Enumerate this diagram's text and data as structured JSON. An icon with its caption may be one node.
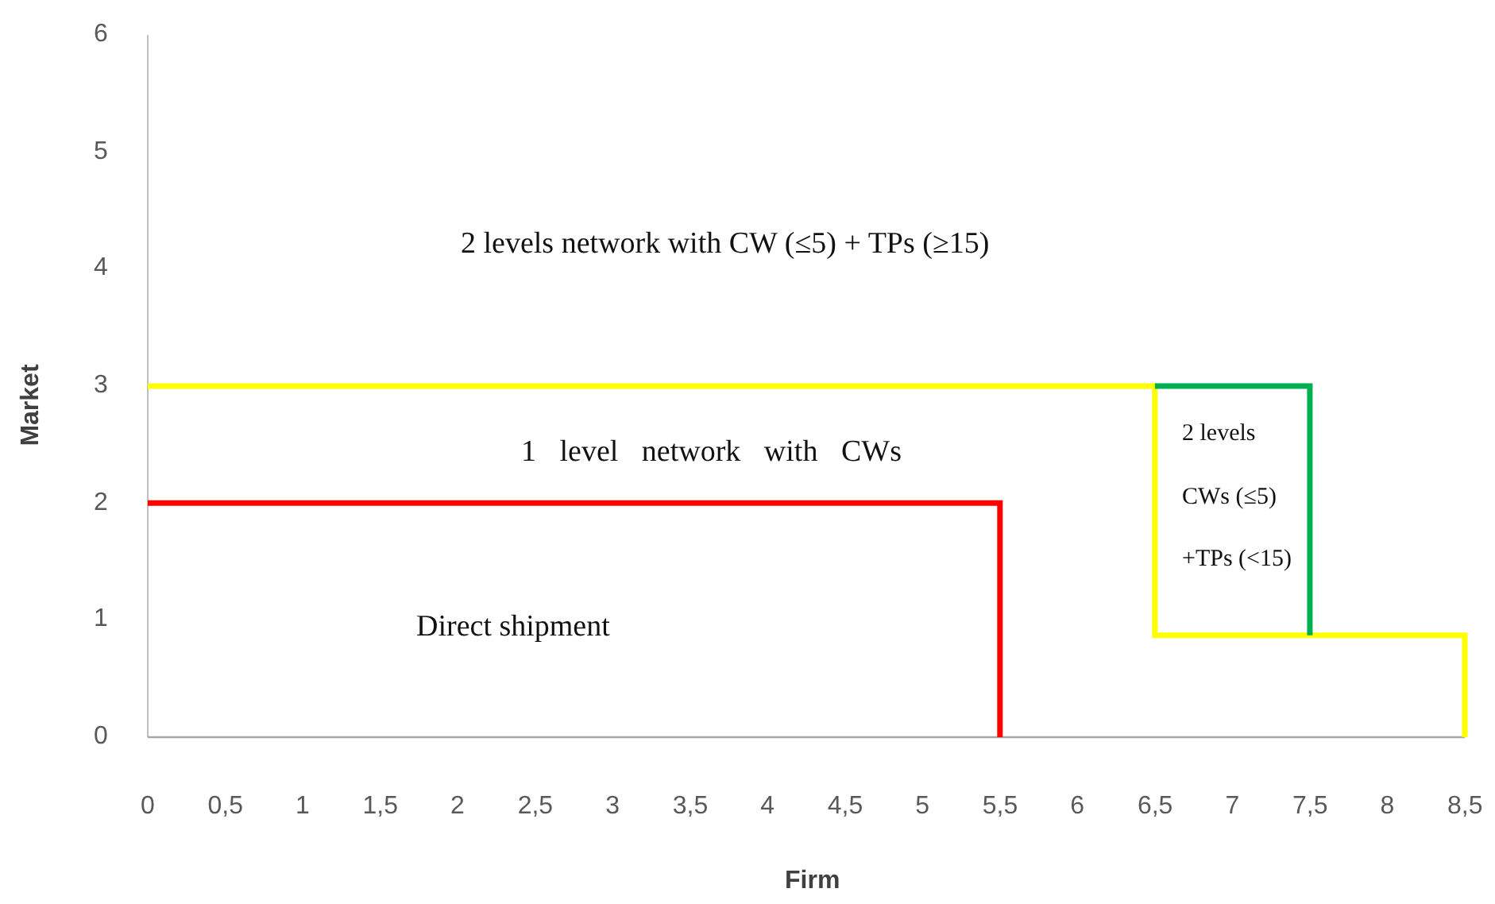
{
  "diagram": {
    "chart_data": {
      "type": "line",
      "xlabel": "Firm",
      "ylabel": "Market",
      "xlim": [
        0,
        8.5
      ],
      "ylim": [
        0,
        6
      ],
      "xticks": [
        0,
        {
          "value": 0.5,
          "label": "0,5"
        },
        1,
        {
          "value": 1.5,
          "label": "1,5"
        },
        2,
        {
          "value": 2.5,
          "label": "2,5"
        },
        3,
        {
          "value": 3.5,
          "label": "3,5"
        },
        4,
        {
          "value": 4.5,
          "label": "4,5"
        },
        5,
        {
          "value": 5.5,
          "label": "5,5"
        },
        6,
        {
          "value": 6.5,
          "label": "6,5"
        },
        7,
        {
          "value": 7.5,
          "label": "7,5"
        },
        8,
        {
          "value": 8.5,
          "label": "8,5"
        }
      ],
      "yticks": [
        0,
        1,
        2,
        3,
        4,
        5,
        6
      ],
      "series": [
        {
          "color": "#ff0000",
          "x": [
            0,
            5.5,
            5.5
          ],
          "values": [
            2,
            2,
            0
          ]
        },
        {
          "color": "#ffff00",
          "x": [
            0,
            6.5,
            6.5,
            8.5,
            8.5
          ],
          "values": [
            3,
            3,
            0.87,
            0.87,
            0
          ]
        },
        {
          "color": "#00b050",
          "x": [
            6.5,
            7.5,
            7.5
          ],
          "values": [
            3,
            3,
            0.87
          ]
        }
      ],
      "annotations": [
        "2 levels network with CW (≤5) + TPs (≥15)",
        "1 level network with CWs",
        "2 levels",
        "CWs (≤5)",
        "+TPs (<15)",
        "Direct shipment"
      ]
    }
  }
}
